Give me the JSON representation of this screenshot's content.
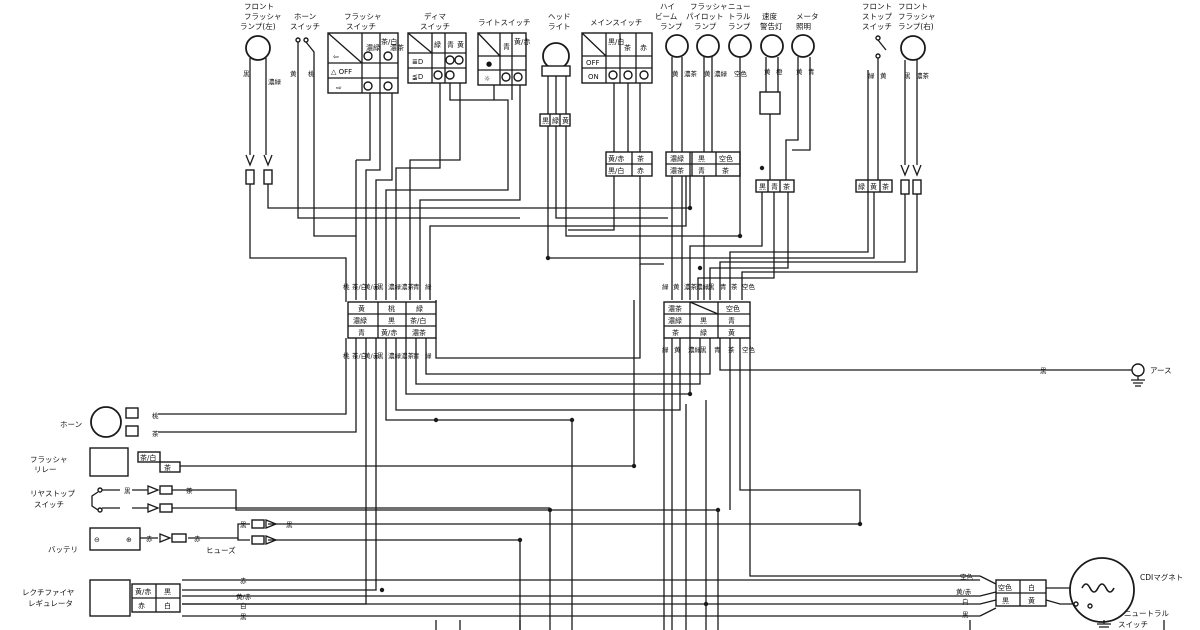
{
  "top_labels": {
    "front_flasher_left": [
      "フロント",
      "フラッシャ",
      "ランプ(左)"
    ],
    "horn_switch": [
      "ホーン",
      "スイッチ"
    ],
    "flasher_switch": [
      "フラッシャ",
      "スイッチ"
    ],
    "dimmer_switch": [
      "ディマ",
      "スイッチ"
    ],
    "light_switch": [
      "ライトスイッチ"
    ],
    "headlight": [
      "ヘッド",
      "ライト"
    ],
    "main_switch": [
      "メインスイッチ"
    ],
    "high_beam_lamp": [
      "ハイ",
      "ビーム",
      "ランプ"
    ],
    "flasher_pilot_lamp": [
      "フラッシャ",
      "パイロット",
      "ランプ"
    ],
    "neutral_lamp": [
      "ニュー",
      "トラル",
      "ランプ"
    ],
    "speed_warning_lamp": [
      "速度",
      "警告灯"
    ],
    "meter_light": [
      "メータ",
      "照明"
    ],
    "front_stop_switch": [
      "フロント",
      "ストップ",
      "スイッチ"
    ],
    "front_flasher_right": [
      "フロント",
      "フラッシャ",
      "ランプ(右)"
    ]
  },
  "left_labels": {
    "horn": "ホーン",
    "flasher_relay": [
      "フラッシャ",
      "リレー"
    ],
    "rear_stop_switch": [
      "リヤストップ",
      "スイッチ"
    ],
    "battery": "バッテリ",
    "fuse": "ヒューズ",
    "rectifier_regulator": [
      "レクチファイヤ",
      "レギュレータ"
    ]
  },
  "right_labels": {
    "earth": "アース",
    "cdi_magneto": "CDIマグネト",
    "neutral_switch": [
      "ニュートラル",
      "スイッチ"
    ]
  },
  "switch_tables": {
    "flasher_switch": {
      "headers": [
        "濃緑",
        "茶/白",
        "濃茶"
      ],
      "rows": [
        "⇦",
        "△ OFF",
        "⇨"
      ]
    },
    "dimmer_switch": {
      "headers": [
        "緑",
        "青",
        "黄"
      ],
      "rows": [
        "≣D",
        "≨D"
      ]
    },
    "light_switch": {
      "headers": [
        "青",
        "黄/赤"
      ],
      "rows": [
        "●",
        "☼"
      ]
    },
    "main_switch": {
      "headers": [
        "黒/白",
        "茶",
        "赤"
      ],
      "rows": [
        "OFF",
        "ON"
      ]
    }
  },
  "connectors": {
    "left_main": {
      "top_pins": [
        "桃",
        "茶/白",
        "黄/赤",
        "黒",
        "濃緑",
        "濃茶",
        "青",
        "緑"
      ],
      "cells": [
        [
          "黄",
          "桃",
          "緑"
        ],
        [
          "濃緑",
          "黒",
          "茶/白"
        ],
        [
          "青",
          "黄/赤",
          "濃茶"
        ]
      ],
      "bottom_pins": [
        "桃",
        "茶/白",
        "黄/赤",
        "黒",
        "濃緑",
        "濃茶",
        "青",
        "緑"
      ]
    },
    "right_main": {
      "top_pins": [
        "緑",
        "黄",
        "濃茶",
        "濃緑",
        "黒",
        "青",
        "茶",
        "空色"
      ],
      "cells": [
        [
          "濃茶",
          "",
          "空色"
        ],
        [
          "濃緑",
          "黒",
          "青"
        ],
        [
          "茶",
          "緑",
          "黄"
        ]
      ],
      "bottom_pins": [
        "緑",
        "黄",
        "濃緑",
        "黒",
        "青",
        "茶",
        "空色"
      ]
    },
    "headlight": [
      "黒",
      "緑",
      "黄"
    ],
    "main_sw_conn": [
      [
        "黄/赤",
        "茶"
      ],
      [
        "黒/白",
        "赤"
      ]
    ],
    "lamps_conn": [
      [
        "濃緑",
        "黒",
        "空色"
      ],
      [
        "濃茶",
        "青",
        "茶"
      ]
    ],
    "meter_conn": [
      "黒",
      "青",
      "茶"
    ],
    "stop_conn": [
      "緑",
      "黄",
      "茶"
    ],
    "flasher_relay": [
      "茶/白",
      "茶"
    ],
    "rect_reg": [
      [
        "黄/赤",
        "黒"
      ],
      [
        "赤",
        "白"
      ]
    ],
    "cdi": [
      [
        "空色",
        "白"
      ],
      [
        "黒",
        "黄"
      ]
    ]
  },
  "wire_labels": {
    "horn_1": "桃",
    "horn_2": "茶",
    "rear_stop_1": "黒",
    "rear_stop_2": "茶",
    "battery_plus": "赤",
    "battery_minus": "赤",
    "bat_b1": "黒",
    "bat_b2": "黒",
    "rr_1": "赤",
    "rr_2": "黄/赤",
    "rr_3": "白",
    "rr_4": "黒",
    "cdi_1": "空色",
    "cdi_2": "黄/赤",
    "cdi_3": "白",
    "cdi_4": "黒",
    "earth_wire": "黒",
    "lamp_wires_top": [
      "黄",
      "濃茶",
      "黄",
      "濃緑",
      "空色",
      "黄",
      "橙",
      "黄",
      "青"
    ],
    "left_flasher_top": [
      "黒",
      "濃緑",
      "黄",
      "桃"
    ],
    "right_flasher_top": [
      "緑",
      "黄",
      "黒",
      "濃茶"
    ]
  }
}
